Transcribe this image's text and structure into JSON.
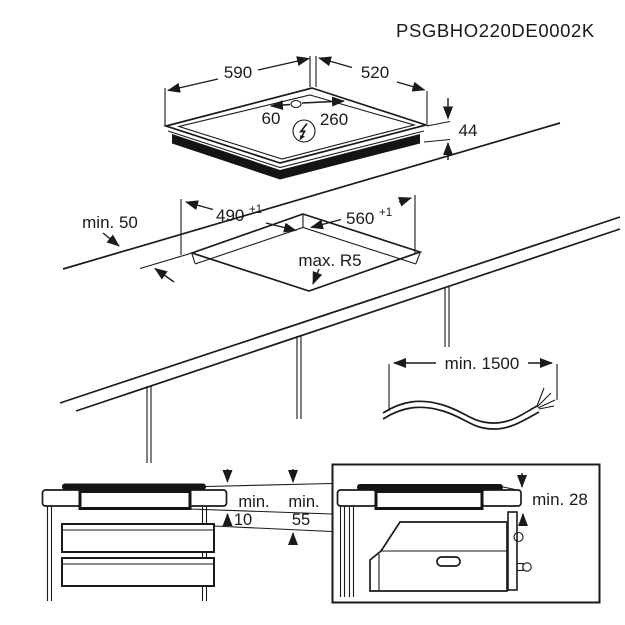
{
  "colors": {
    "line": "#1a1a1a",
    "background": "#ffffff"
  },
  "title": "PSGBHO220DE0002K",
  "hob_view": {
    "width": "590",
    "depth": "520",
    "height": "44",
    "cable_offset_left": "60",
    "cable_offset_right": "260",
    "power_icon": "lightning-in-circle"
  },
  "cutout_view": {
    "depth": "490",
    "width": "560",
    "tolerance": "+1",
    "corner_radius": "max. R5",
    "back_clearance": "min. 50"
  },
  "cable_view": {
    "length": "min. 1500"
  },
  "drawer_view": {
    "min_label_1": "min.",
    "value_1": "10",
    "min_label_2": "min.",
    "value_2": "55"
  },
  "oven_view": {
    "clearance": "min. 28"
  }
}
